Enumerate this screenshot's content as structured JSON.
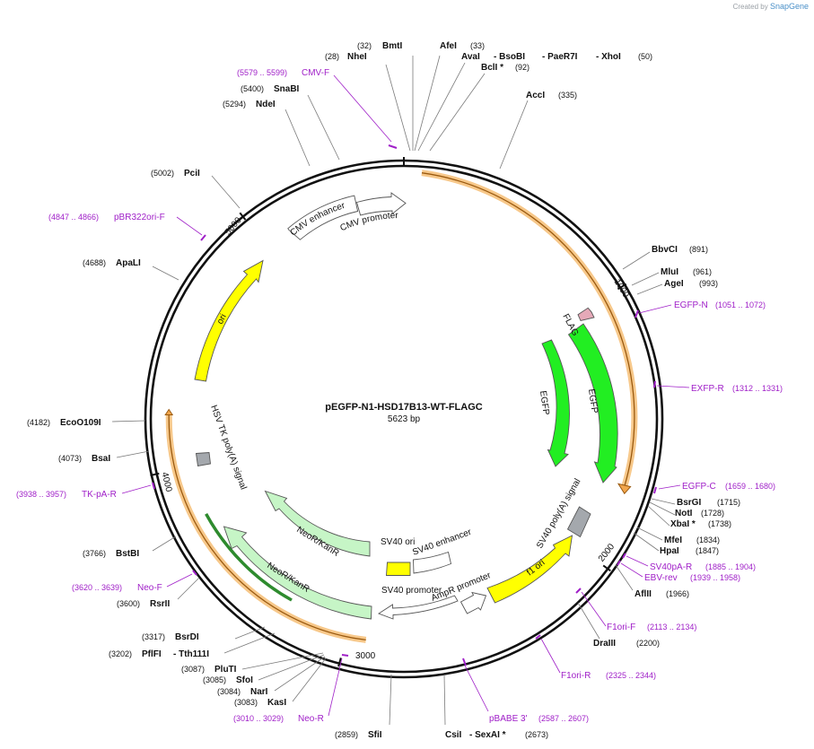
{
  "credit": {
    "prefix": "Created by",
    "brand": "SnapGene"
  },
  "plasmid": {
    "name": "pEGFP-N1-HSD17B13-WT-FLAGC",
    "size_label": "5623 bp",
    "length": 5623
  },
  "ticks": [
    "1000",
    "2000",
    "3000",
    "4000",
    "5000"
  ],
  "sites": [
    {
      "name": "BmtI",
      "pos": "32"
    },
    {
      "name": "NheI",
      "pos": "28"
    },
    {
      "name": "AfeI",
      "pos": "33"
    },
    {
      "name": "AvaI",
      "pos": ""
    },
    {
      "name": "- BsoBI",
      "pos": ""
    },
    {
      "name": "- PaeR7I",
      "pos": ""
    },
    {
      "name": "- XhoI",
      "pos": "50"
    },
    {
      "name": "BclI *",
      "pos": "92"
    },
    {
      "name": "AccI",
      "pos": "335"
    },
    {
      "name": "SnaBI",
      "pos": "5400"
    },
    {
      "name": "NdeI",
      "pos": "5294"
    },
    {
      "name": "PciI",
      "pos": "5002"
    },
    {
      "name": "ApaLI",
      "pos": "4688"
    },
    {
      "name": "BbvCI",
      "pos": "891"
    },
    {
      "name": "MluI",
      "pos": "961"
    },
    {
      "name": "AgeI",
      "pos": "993"
    },
    {
      "name": "EcoO109I",
      "pos": "4182"
    },
    {
      "name": "BsaI",
      "pos": "4073"
    },
    {
      "name": "BsrGI",
      "pos": "1715"
    },
    {
      "name": "NotI",
      "pos": "1728"
    },
    {
      "name": "XbaI *",
      "pos": "1738"
    },
    {
      "name": "MfeI",
      "pos": "1834"
    },
    {
      "name": "HpaI",
      "pos": "1847"
    },
    {
      "name": "AflII",
      "pos": "1966"
    },
    {
      "name": "BstBI",
      "pos": "3766"
    },
    {
      "name": "RsrII",
      "pos": "3600"
    },
    {
      "name": "BsrDI",
      "pos": "3317"
    },
    {
      "name": "PflFI",
      "pos": "3202"
    },
    {
      "name": "- Tth111I",
      "pos": ""
    },
    {
      "name": "PluTI",
      "pos": "3087"
    },
    {
      "name": "SfoI",
      "pos": "3085"
    },
    {
      "name": "NarI",
      "pos": "3084"
    },
    {
      "name": "KasI",
      "pos": "3083"
    },
    {
      "name": "DraIII",
      "pos": "2200"
    },
    {
      "name": "SfiI",
      "pos": "2859"
    },
    {
      "name": "CsiI",
      "pos": ""
    },
    {
      "name": "- SexAI *",
      "pos": "2673"
    }
  ],
  "primers": [
    {
      "name": "CMV-F",
      "range": "5579 .. 5599"
    },
    {
      "name": "pBR322ori-F",
      "range": "4847 .. 4866"
    },
    {
      "name": "EGFP-N",
      "range": "1051 .. 1072"
    },
    {
      "name": "EXFP-R",
      "range": "1312 .. 1331"
    },
    {
      "name": "EGFP-C",
      "range": "1659 .. 1680"
    },
    {
      "name": "SV40pA-R",
      "range": "1885 .. 1904"
    },
    {
      "name": "EBV-rev",
      "range": "1939 .. 1958"
    },
    {
      "name": "TK-pA-R",
      "range": "3938 .. 3957"
    },
    {
      "name": "Neo-F",
      "range": "3620 .. 3639"
    },
    {
      "name": "F1ori-F",
      "range": "2113 .. 2134"
    },
    {
      "name": "F1ori-R",
      "range": "2325 .. 2344"
    },
    {
      "name": "pBABE 3'",
      "range": "2587 .. 2607"
    },
    {
      "name": "Neo-R",
      "range": "3010 .. 3029"
    }
  ],
  "features": {
    "cmv_enhancer": "CMV enhancer",
    "cmv_promoter": "CMV promoter",
    "flag": "FLAG",
    "egfp": "EGFP",
    "sv40_polya": "SV40 poly(A) signal",
    "f1_ori": "f1 ori",
    "ampr_promoter": "AmpR promoter",
    "sv40_promoter": "SV40 promoter",
    "sv40_enhancer": "SV40 enhancer",
    "sv40_ori": "SV40 ori",
    "neo_kan": "NeoR/KanR",
    "hsv_tk": "HSV TK poly(A) signal",
    "ori": "ori"
  },
  "colors": {
    "backbone": "#111111",
    "orf": "#f2a64c",
    "orf_inner": "#c47a18",
    "egfp": "#22ee22",
    "ori": "#ffff00",
    "neo": "#c6f5c6",
    "promoter": "#ffffff",
    "polya": "#a4a8ad",
    "flag": "#e5a9b8",
    "primer": "#a020c8"
  }
}
